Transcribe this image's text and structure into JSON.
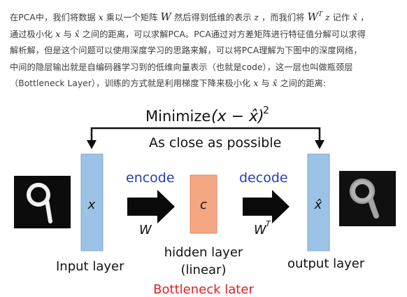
{
  "article": {
    "line1": "在PCA中，我们将数据 x 乘以一个矩阵 W 然后得到低维的表示 z ，而我们将 W^T z 记作 x̂ ，",
    "line2": "通过极小化 x 与 x̂ 之间的距离，可以求解PCA。PCA通过对方差矩阵进行特征值分解可以求得",
    "line3": "解析解，但是这个问题可以使用深度学习的思路来解，可以将PCA理解为下图中的深度网络，",
    "line4": "中间的隐层输出就是自编码器学习到的低维向量表示（也就是code），这一层也叫做瓶颈层",
    "line5": "（Bottleneck Layer），训练的方式就是利用梯度下降来极小化 x 与 x̂ 之间的距离:"
  },
  "diagram": {
    "minimize_label": "Minimize",
    "minimize_expr": "(x − x̂)",
    "minimize_power": "2",
    "close_label": "As close as possible",
    "encode_label": "encode",
    "decode_label": "decode",
    "w_label": "W",
    "wt_label": "W",
    "wt_sup": "T",
    "input_var": "x",
    "code_var": "c",
    "output_var": "x̂",
    "input_layer_label": "Input layer",
    "hidden_layer_label_1": "hidden layer",
    "hidden_layer_label_2": "(linear)",
    "output_layer_label": "output layer",
    "bottleneck_label": "Bottleneck later"
  },
  "colors": {
    "layer_blue": "#9cc2e5",
    "layer_blue_stroke": "#7fa6cf",
    "code_orange": "#f4a582",
    "code_orange_stroke": "#e08a66",
    "accent_blue": "#1f3fbf",
    "bottleneck_red": "#e02020"
  }
}
